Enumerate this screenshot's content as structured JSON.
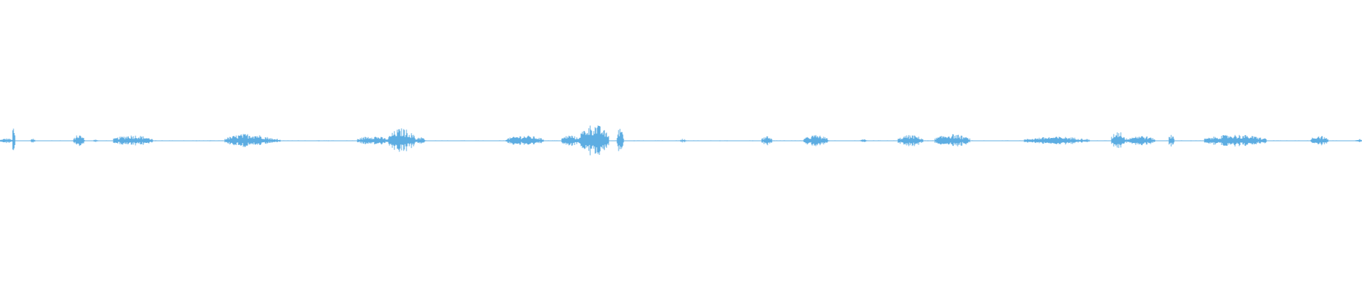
{
  "waveform": {
    "color": "#5dade2",
    "background": "#ffffff",
    "baseline_amplitude": 0.01,
    "samples_per_unit": 1,
    "segments": [
      {
        "start": 0.0,
        "end": 0.01,
        "amp": 0.06
      },
      {
        "start": 0.009,
        "end": 0.011,
        "amp": 0.35
      },
      {
        "start": 0.022,
        "end": 0.026,
        "amp": 0.05
      },
      {
        "start": 0.054,
        "end": 0.062,
        "amp": 0.15
      },
      {
        "start": 0.068,
        "end": 0.072,
        "amp": 0.04
      },
      {
        "start": 0.083,
        "end": 0.112,
        "amp": 0.14
      },
      {
        "start": 0.165,
        "end": 0.2,
        "amp": 0.17
      },
      {
        "start": 0.2,
        "end": 0.206,
        "amp": 0.06
      },
      {
        "start": 0.262,
        "end": 0.285,
        "amp": 0.12
      },
      {
        "start": 0.285,
        "end": 0.305,
        "amp": 0.3
      },
      {
        "start": 0.305,
        "end": 0.312,
        "amp": 0.1
      },
      {
        "start": 0.371,
        "end": 0.399,
        "amp": 0.13
      },
      {
        "start": 0.412,
        "end": 0.425,
        "amp": 0.14
      },
      {
        "start": 0.425,
        "end": 0.447,
        "amp": 0.4
      },
      {
        "start": 0.453,
        "end": 0.458,
        "amp": 0.35
      },
      {
        "start": 0.499,
        "end": 0.504,
        "amp": 0.05
      },
      {
        "start": 0.559,
        "end": 0.567,
        "amp": 0.12
      },
      {
        "start": 0.59,
        "end": 0.608,
        "amp": 0.14
      },
      {
        "start": 0.632,
        "end": 0.636,
        "amp": 0.04
      },
      {
        "start": 0.659,
        "end": 0.678,
        "amp": 0.14
      },
      {
        "start": 0.686,
        "end": 0.712,
        "amp": 0.16
      },
      {
        "start": 0.752,
        "end": 0.8,
        "amp": 0.1
      },
      {
        "start": 0.816,
        "end": 0.826,
        "amp": 0.25
      },
      {
        "start": 0.826,
        "end": 0.848,
        "amp": 0.13
      },
      {
        "start": 0.858,
        "end": 0.862,
        "amp": 0.18
      },
      {
        "start": 0.884,
        "end": 0.93,
        "amp": 0.15
      },
      {
        "start": 0.962,
        "end": 0.975,
        "amp": 0.13
      },
      {
        "start": 0.995,
        "end": 1.0,
        "amp": 0.05
      }
    ]
  }
}
